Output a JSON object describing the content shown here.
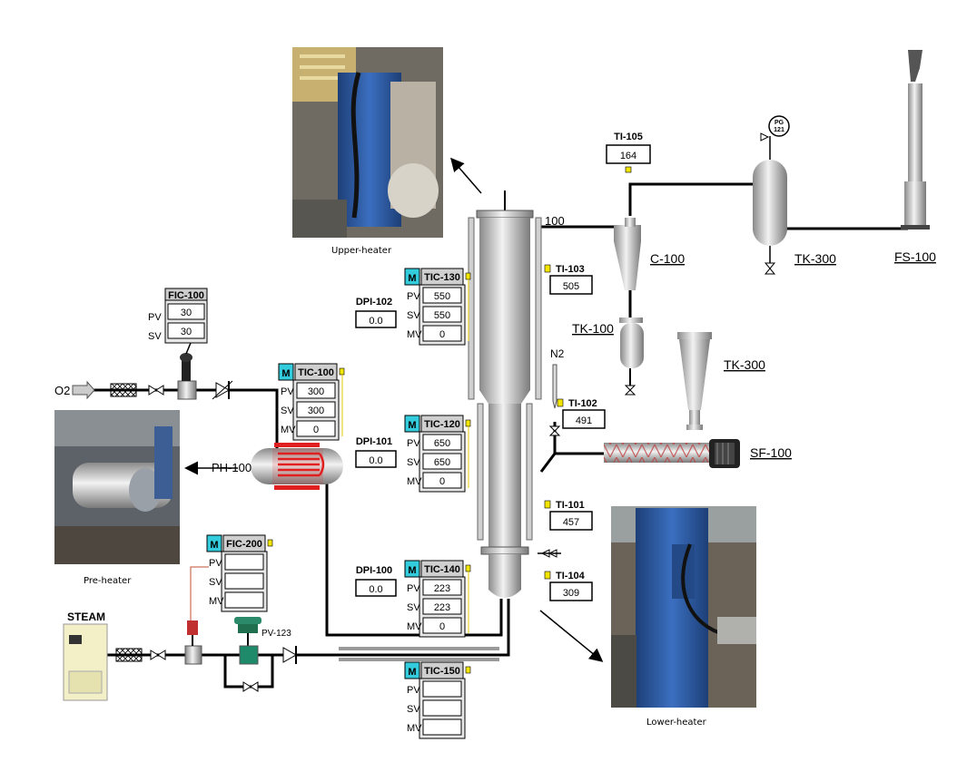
{
  "colors": {
    "pipe": "#000000",
    "vessel": "#c9c9c9",
    "heater_coil": "#e02020",
    "manual_badge": "#33ccdd",
    "indicator_yellow": "#f2e600",
    "photo_blue": "#2e5fa8"
  },
  "photos": {
    "upper": {
      "caption": "Upper-heater"
    },
    "pre": {
      "caption": "Pre-heater"
    },
    "lower": {
      "caption": "Lower-heater"
    }
  },
  "equipment": {
    "c100": "C-100",
    "tk100": "TK-100",
    "tk300_top": "TK-300",
    "tk300_hopper": "TK-300",
    "fs100": "FS-100",
    "sf100": "SF-100",
    "ph100": "PH-100",
    "steam": "STEAM",
    "o2": "O2",
    "n2": "N2",
    "pv123": "PV-123",
    "pg121_a": "PG",
    "pg121_b": "121",
    "line100": "100"
  },
  "controllers": {
    "fic100": {
      "tag": "FIC-100",
      "pv_label": "PV",
      "sv_label": "SV",
      "pv": "30",
      "sv": "30"
    },
    "fic200": {
      "tag": "FIC-200",
      "badge": "M",
      "pv_label": "PV",
      "sv_label": "SV",
      "mv_label": "MV",
      "pv": "",
      "sv": "",
      "mv": ""
    },
    "tic100": {
      "tag": "TIC-100",
      "badge": "M",
      "pv_label": "PV",
      "sv_label": "SV",
      "mv_label": "MV",
      "pv": "300",
      "sv": "300",
      "mv": "0"
    },
    "tic130": {
      "tag": "TIC-130",
      "badge": "M",
      "pv_label": "PV",
      "sv_label": "SV",
      "mv_label": "MV",
      "pv": "550",
      "sv": "550",
      "mv": "0"
    },
    "tic120": {
      "tag": "TIC-120",
      "badge": "M",
      "pv_label": "PV",
      "sv_label": "SV",
      "mv_label": "MV",
      "pv": "650",
      "sv": "650",
      "mv": "0"
    },
    "tic140": {
      "tag": "TIC-140",
      "badge": "M",
      "pv_label": "PV",
      "sv_label": "SV",
      "mv_label": "MV",
      "pv": "223",
      "sv": "223",
      "mv": "0"
    },
    "tic150": {
      "tag": "TIC-150",
      "badge": "M",
      "pv_label": "PV",
      "sv_label": "SV",
      "mv_label": "MV",
      "pv": "",
      "sv": "",
      "mv": ""
    }
  },
  "indicators": {
    "dpi102": {
      "tag": "DPI-102",
      "value": "0.0"
    },
    "dpi101": {
      "tag": "DPI-101",
      "value": "0.0"
    },
    "dpi100": {
      "tag": "DPI-100",
      "value": "0.0"
    },
    "ti105": {
      "tag": "TI-105",
      "value": "164"
    },
    "ti103": {
      "tag": "TI-103",
      "value": "505"
    },
    "ti102": {
      "tag": "TI-102",
      "value": "491"
    },
    "ti101": {
      "tag": "TI-101",
      "value": "457"
    },
    "ti104": {
      "tag": "TI-104",
      "value": "309"
    }
  }
}
